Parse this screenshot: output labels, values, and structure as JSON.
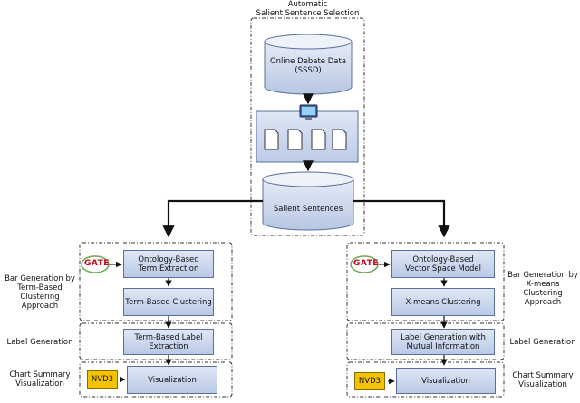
{
  "top_group": {
    "title_line1": "Automatic",
    "title_line2": "Salient Sentence Selection",
    "source_db_line1": "Online Debate Data",
    "source_db_line2": "(SSSD)",
    "salient_db_label": "Salient Sentences"
  },
  "left_branch": {
    "gate_logo": "GATE",
    "step1_line1": "Ontology-Based",
    "step1_line2": "Term Extraction",
    "step2": "Term-Based Clustering",
    "step3_line1": "Term-Based Label",
    "step3_line2": "Extraction",
    "nvd3_logo": "NVD3",
    "step4": "Visualization",
    "label_bar_line1": "Bar Generation by",
    "label_bar_line2": "Term-Based",
    "label_bar_line3": "Clustering Approach",
    "label_label_gen": "Label Generation",
    "label_chart_line1": "Chart Summary",
    "label_chart_line2": "Visualization"
  },
  "right_branch": {
    "gate_logo": "GATE",
    "step1_line1": "Ontology-Based",
    "step1_line2": "Vector Space Model",
    "step2": "X-means Clustering",
    "step3_line1": "Label Generation with",
    "step3_line2": "Mutual Information",
    "nvd3_logo": "NVD3",
    "step4": "Visualization",
    "label_bar_line1": "Bar Generation by",
    "label_bar_line2": "X-means Clustering",
    "label_bar_line3": "Approach",
    "label_label_gen": "Label Generation",
    "label_chart_line1": "Chart Summary",
    "label_chart_line2": "Visualization"
  }
}
